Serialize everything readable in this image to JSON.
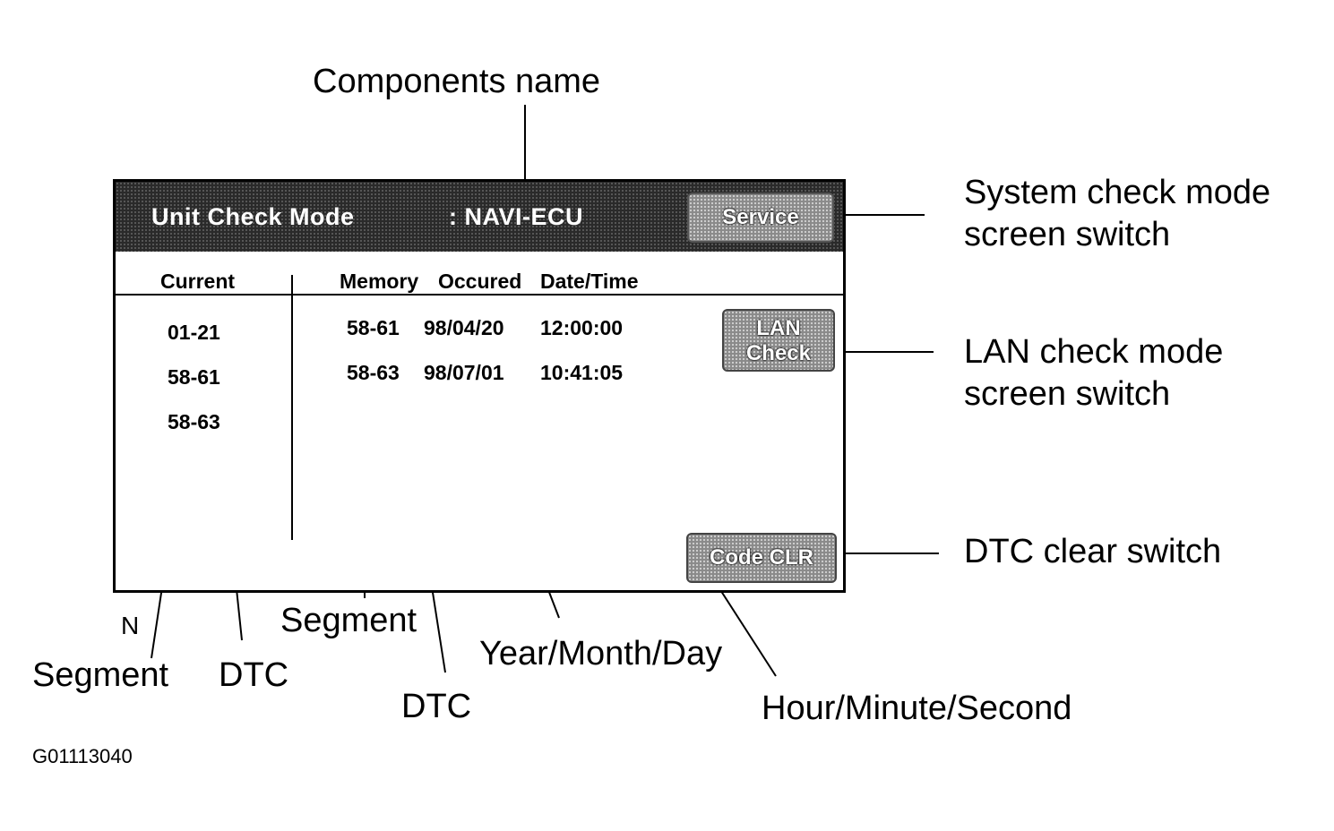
{
  "screen": {
    "title": "Unit  Check  Mode",
    "component": ": NAVI-ECU",
    "service_button": "Service",
    "lan_button_line1": "LAN",
    "lan_button_line2": "Check",
    "clear_button": "Code CLR",
    "headers": {
      "current": "Current",
      "memory": "Memory",
      "occured": "Occured",
      "datetime": "Date/Time"
    },
    "current_codes": [
      "01-21",
      "58-61",
      "58-63"
    ],
    "memory_rows": [
      {
        "code": "58-61",
        "date": "98/04/20",
        "time": "12:00:00"
      },
      {
        "code": "58-63",
        "date": "98/07/01",
        "time": "10:41:05"
      }
    ]
  },
  "callouts": {
    "components_name": "Components name",
    "system_check_line1": "System check mode",
    "system_check_line2": "screen switch",
    "lan_check_line1": "LAN check mode",
    "lan_check_line2": "screen switch",
    "dtc_clear": "DTC clear switch",
    "n_label": "N",
    "segment_left": "Segment",
    "dtc_left": "DTC",
    "segment_mid": "Segment",
    "dtc_mid": "DTC",
    "year_month_day": "Year/Month/Day",
    "hour_minute_second": "Hour/Minute/Second"
  },
  "figure_id": "G01113040"
}
